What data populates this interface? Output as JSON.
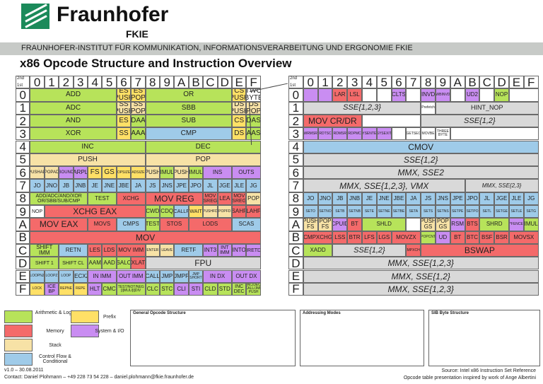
{
  "header": {
    "brand": "Fraunhofer",
    "unit": "FKIE",
    "institute": "FRAUNHOFER-INSTITUT FÜR KOMMUNIKATION, INFORMATIONSVERARBEITUNG UND ERGONOMIE FKIE"
  },
  "title": "x86 Opcode Structure and Instruction Overview",
  "hex_digits": [
    "0",
    "1",
    "2",
    "3",
    "4",
    "5",
    "6",
    "7",
    "8",
    "9",
    "A",
    "B",
    "C",
    "D",
    "E",
    "F"
  ],
  "corner": {
    "top": "2nd",
    "bottom": "1st"
  },
  "one_byte": {
    "r0": {
      "a": "ADD",
      "b": "ES PUSH",
      "c": "ES POP",
      "d": "OR",
      "e": "CS PUSH",
      "f": "TWO BYTE"
    },
    "r1": {
      "a": "ADC",
      "b": "SS PUSH",
      "c": "SS POP",
      "d": "SBB",
      "e": "DS PUSH",
      "f": "DS POP"
    },
    "r2": {
      "a": "AND",
      "b": "ES",
      "c": "DAA",
      "d": "SUB",
      "e": "CS",
      "f": "DAS"
    },
    "r3": {
      "a": "XOR",
      "b": "SS",
      "c": "AAA",
      "d": "CMP",
      "e": "DS",
      "f": "AAS"
    },
    "r4": {
      "a": "INC",
      "b": "DEC"
    },
    "r5": {
      "a": "PUSH",
      "b": "POP"
    },
    "r6": {
      "a": "PUSHAD",
      "b": "POPAD",
      "c": "BOUND",
      "d": "ARPL",
      "e": "FS",
      "f": "GS",
      "g": "OPSIZE",
      "h": "ADSIZE",
      "i": "PUSH",
      "j": "IMUL",
      "k": "PUSH",
      "l": "IMUL",
      "m": "INS",
      "n": "OUTS"
    },
    "r7": [
      "JO",
      "JNO",
      "JB",
      "JNB",
      "JE",
      "JNE",
      "JBE",
      "JA",
      "JS",
      "JNS",
      "JPE",
      "JPO",
      "JL",
      "JGE",
      "JLE",
      "JG"
    ],
    "r8": {
      "a": "ADD/ADC/AND/XOR OR/SBB/SUB/CMP",
      "b": "TEST",
      "c": "XCHG",
      "d": "MOV REG",
      "e": "MOV SREG",
      "f": "LEA",
      "g": "MOV SREG",
      "h": "POP"
    },
    "r9": {
      "a": "NOP",
      "b": "XCHG EAX",
      "c": "CWD",
      "d": "CDQ",
      "e": "CALLF",
      "f": "WAIT",
      "g": "PUSHFD",
      "h": "POPFD",
      "i": "SAHF",
      "j": "LAHF"
    },
    "rA": {
      "a": "MOV EAX",
      "b": "MOVS",
      "c": "CMPS",
      "d": "TEST",
      "e": "STOS",
      "f": "LODS",
      "g": "SCAS"
    },
    "rB": {
      "a": "MOV"
    },
    "rC": {
      "a": "SHIFT IMM",
      "b": "RETN",
      "c": "LES",
      "d": "LDS",
      "e": "MOV IMM",
      "f": "ENTER",
      "g": "LEAVE",
      "h": "RETF",
      "i": "INT3",
      "j": "INT IMM",
      "k": "INTO",
      "l": "IRETD"
    },
    "rD": {
      "a": "SHIFT 1",
      "b": "SHIFT CL",
      "c": "AAM",
      "d": "AAD",
      "e": "SALC",
      "f": "XLAT",
      "g": "FPU"
    },
    "rE": {
      "a": "LOOPNZ",
      "b": "LOOPZ",
      "c": "LOOP",
      "d": "JECXZ",
      "e": "IN IMM",
      "f": "OUT IMM",
      "g": "CALL",
      "h": "JMP",
      "i": "JMPF",
      "j": "JMP SHORT",
      "k": "IN DX",
      "l": "OUT DX"
    },
    "rF": {
      "a": "LOCK",
      "b": "ICE BP",
      "c": "REPNE",
      "d": "REPE",
      "e": "HLT",
      "f": "CMC",
      "g": "TEST/NOT/NEG [i]MUL/[i]DIV",
      "h": "CLC",
      "i": "STC",
      "j": "CLI",
      "k": "STI",
      "l": "CLD",
      "m": "STD",
      "n": "INC DEC",
      "o": "INC/DEC CALL/JMP PUSH"
    }
  },
  "two_byte": {
    "r0": {
      "a": "CLTS",
      "b": "INVD",
      "c": "WBINVD",
      "d": "UD2",
      "e": "NOP",
      "f": "LAR",
      "g": "LSL"
    },
    "r1": {
      "a": "SSE{1,2,3}",
      "b": "Prefetch",
      "c": "HINT_NOP"
    },
    "r2": {
      "a": "MOV CR/DR",
      "b": "SSE{1,2}"
    },
    "r3": {
      "a": "WRMSR",
      "b": "RDTSC",
      "c": "RDMSR",
      "d": "RDPMC",
      "e": "SYSENTER",
      "f": "SYSEXIT",
      "g": "GETSEC",
      "h": "MOVBE",
      "i": "THREE BYTE"
    },
    "r4": {
      "a": "CMOV"
    },
    "r5": {
      "a": "SSE{1,2}"
    },
    "r6": {
      "a": "MMX, SSE2"
    },
    "r7": {
      "a": "MMX, SSE{1,2,3}, VMX",
      "b": "MMX, SSE{2,3}"
    },
    "r8": [
      "JO",
      "JNO",
      "JB",
      "JNB",
      "JE",
      "JNE",
      "JBE",
      "JA",
      "JS",
      "JNS",
      "JPE",
      "JPO",
      "JL",
      "JGE",
      "JLE",
      "JG"
    ],
    "r9": [
      "SETO",
      "SETNO",
      "SETB",
      "SETNB",
      "SETE",
      "SETNE",
      "SETBE",
      "SETA",
      "SETS",
      "SETNS",
      "SETPE",
      "SETPO",
      "SETL",
      "SETGE",
      "SETLE",
      "SETG"
    ],
    "rA": {
      "a": "PUSH FS",
      "b": "POP FS",
      "c": "CPUID",
      "d": "BT",
      "e": "SHLD",
      "f": "PUSH GS",
      "g": "POP GS",
      "h": "RSM",
      "i": "BTS",
      "j": "SHRD",
      "k": "*FENCE",
      "l": "IMUL"
    },
    "rB": {
      "a": "CMPXCHG",
      "b": "LSS",
      "c": "BTR",
      "d": "LFS",
      "e": "LGS",
      "f": "MOVZX",
      "g": "POPCNT",
      "h": "UD",
      "i": "BT",
      "j": "BTC",
      "k": "BSF",
      "l": "BSR",
      "m": "MOVSX"
    },
    "rC": {
      "a": "XADD",
      "b": "SSE{1,2}",
      "c": "CMPXCHG",
      "d": "BSWAP"
    },
    "rD": {
      "a": "MMX, SSE{1,2,3}"
    },
    "rE": {
      "a": "MMX, SSE{1,2}"
    },
    "rF": {
      "a": "MMX, SSE{1,2,3}"
    }
  },
  "legend": [
    {
      "label": "Arithmetic & Logic",
      "color": "#b7e35a"
    },
    {
      "label": "Memory",
      "color": "#f46a6a"
    },
    {
      "label": "Stack",
      "color": "#f7e2a6"
    },
    {
      "label": "Control Flow & Conditional",
      "color": "#9fcbe9"
    },
    {
      "label": "Prefix",
      "color": "#ffe066"
    },
    {
      "label": "System & I/O",
      "color": "#c98df2"
    }
  ],
  "boxes": {
    "general": "General Opcode Structure",
    "addressing": "Addressing Modes",
    "sib": "SIB Byte Structure"
  },
  "footer": {
    "version": "v1.0 – 30.08.2011",
    "contact": "Contact: Daniel Plohmann – +49 228 73 54 228 – daniel.plohmann@fkie.fraunhofer.de",
    "source": "Source: Intel x86 Instruction Set Reference",
    "credit": "Opcode table presentation inspired by work of Ange Albertini"
  }
}
